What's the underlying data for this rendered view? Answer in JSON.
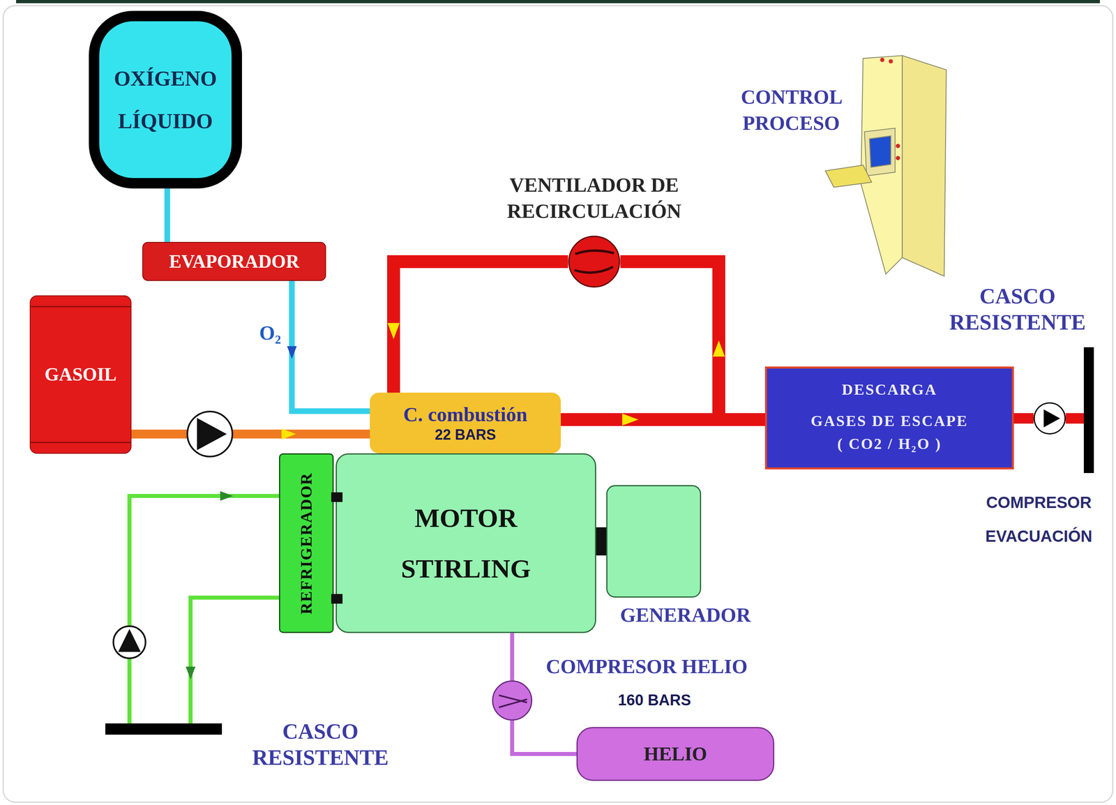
{
  "diagram": {
    "nodes": [
      {
        "text": [
          "OXÍGENO LÍQUIDO"
        ]
      },
      {
        "text": [
          "CONTROL PROCESO"
        ]
      },
      {
        "text": [
          "VENTILADOR DE RECIRCULACIÓN"
        ]
      },
      {
        "text": [
          "EVAPORADOR"
        ]
      },
      {
        "text": [
          "CASCO RESISTENTE"
        ]
      },
      {
        "text": [
          "GASOIL"
        ]
      },
      {
        "text": [
          "C. combustión",
          "22 BARS"
        ]
      },
      {
        "text": [
          "DESCARGA",
          "GASES DE ESCAPE ( CO2 / H₂O )"
        ]
      },
      {
        "text": [
          "REFRIGERADOR"
        ]
      },
      {
        "text": [
          "MOTOR STIRLING"
        ]
      },
      {
        "text": [
          "GENERADOR"
        ]
      },
      {
        "text": [
          "COMPRESOR EVACUACIÓN"
        ]
      },
      {
        "text": [
          "COMPRESOR HELIO",
          "160 BARS"
        ]
      },
      {
        "text": [
          "CASCO RESISTENTE"
        ]
      },
      {
        "text": [
          "HELIO"
        ]
      }
    ],
    "edges": [
      {
        "from": 0,
        "to": 3,
        "arrow": "none"
      },
      {
        "from": 3,
        "to": 6,
        "label": "O₂",
        "arrow": "to"
      },
      {
        "from": 5,
        "to": 6,
        "arrow": "to"
      },
      {
        "from": 6,
        "to": 7,
        "arrow": "to"
      },
      {
        "from": 6,
        "to": 2,
        "arrow": "to"
      },
      {
        "from": 2,
        "to": 6,
        "arrow": "to"
      },
      {
        "from": 7,
        "to": 11,
        "arrow": "none"
      },
      {
        "from": 11,
        "to": 4,
        "arrow": "none"
      },
      {
        "from": 9,
        "to": 10,
        "arrow": "none"
      },
      {
        "from": 9,
        "to": 12,
        "arrow": "none"
      },
      {
        "from": 12,
        "to": 14,
        "arrow": "none"
      },
      {
        "from": 13,
        "to": 8,
        "arrow": "to"
      },
      {
        "from": 8,
        "to": 13,
        "arrow": "to"
      }
    ]
  }
}
